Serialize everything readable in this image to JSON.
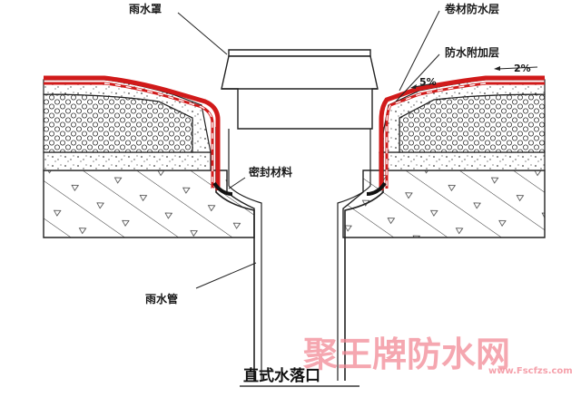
{
  "labels": {
    "rain_cover": "雨水罩",
    "membrane_layer": "卷材防水层",
    "additional_layer": "防水附加层",
    "slope_left": "5%",
    "slope_right": "2%",
    "sealant": "密封材料",
    "rain_pipe": "雨水管"
  },
  "title": "直式水落口",
  "watermark": {
    "text": "聚王牌防水网",
    "url": "www.Fscfzs.com"
  },
  "colors": {
    "membrane": "#d11a1a",
    "line": "#222222",
    "watermark": "#f28a96"
  }
}
